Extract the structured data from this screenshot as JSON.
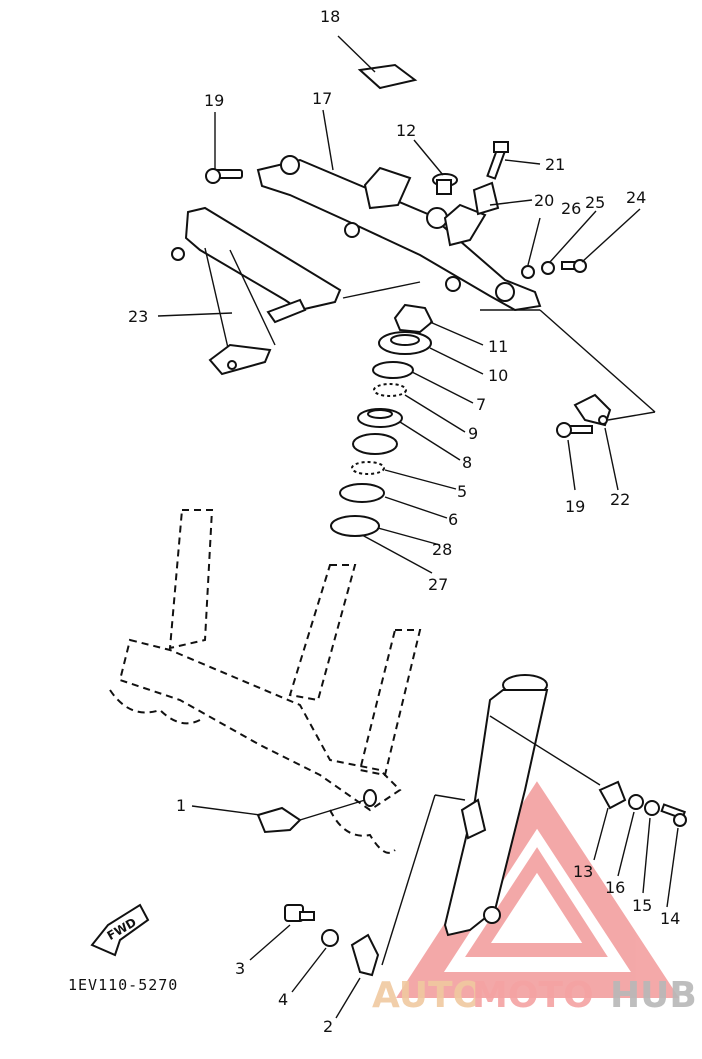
{
  "diagram": {
    "callouts": [
      {
        "id": "c1",
        "text": "1"
      },
      {
        "id": "c2",
        "text": "2"
      },
      {
        "id": "c3",
        "text": "3"
      },
      {
        "id": "c4",
        "text": "4"
      },
      {
        "id": "c5",
        "text": "5"
      },
      {
        "id": "c6",
        "text": "6"
      },
      {
        "id": "c7",
        "text": "7"
      },
      {
        "id": "c8",
        "text": "8"
      },
      {
        "id": "c9",
        "text": "9"
      },
      {
        "id": "c10",
        "text": "10"
      },
      {
        "id": "c11",
        "text": "11"
      },
      {
        "id": "c12",
        "text": "12"
      },
      {
        "id": "c13",
        "text": "13"
      },
      {
        "id": "c14",
        "text": "14"
      },
      {
        "id": "c15",
        "text": "15"
      },
      {
        "id": "c16",
        "text": "16"
      },
      {
        "id": "c17",
        "text": "17"
      },
      {
        "id": "c18",
        "text": "18"
      },
      {
        "id": "c19a",
        "text": "19"
      },
      {
        "id": "c19b",
        "text": "19"
      },
      {
        "id": "c20",
        "text": "20"
      },
      {
        "id": "c21",
        "text": "21"
      },
      {
        "id": "c22",
        "text": "22"
      },
      {
        "id": "c23",
        "text": "23"
      },
      {
        "id": "c24",
        "text": "24"
      },
      {
        "id": "c25",
        "text": "25"
      },
      {
        "id": "c26",
        "text": "26"
      },
      {
        "id": "c27",
        "text": "27"
      },
      {
        "id": "c28",
        "text": "28"
      }
    ],
    "fwd_label": "FWD",
    "drawing_code": "1EV110-5270"
  },
  "watermark": {
    "text_part1": "AUTO",
    "text_part2": "MOTO",
    "text_part3": "HUB",
    "colors": {
      "triangle": "#f29a9a",
      "auto": "#f0c9a0",
      "moto": "#f5a3a3",
      "hub": "#b8b8b8"
    }
  }
}
